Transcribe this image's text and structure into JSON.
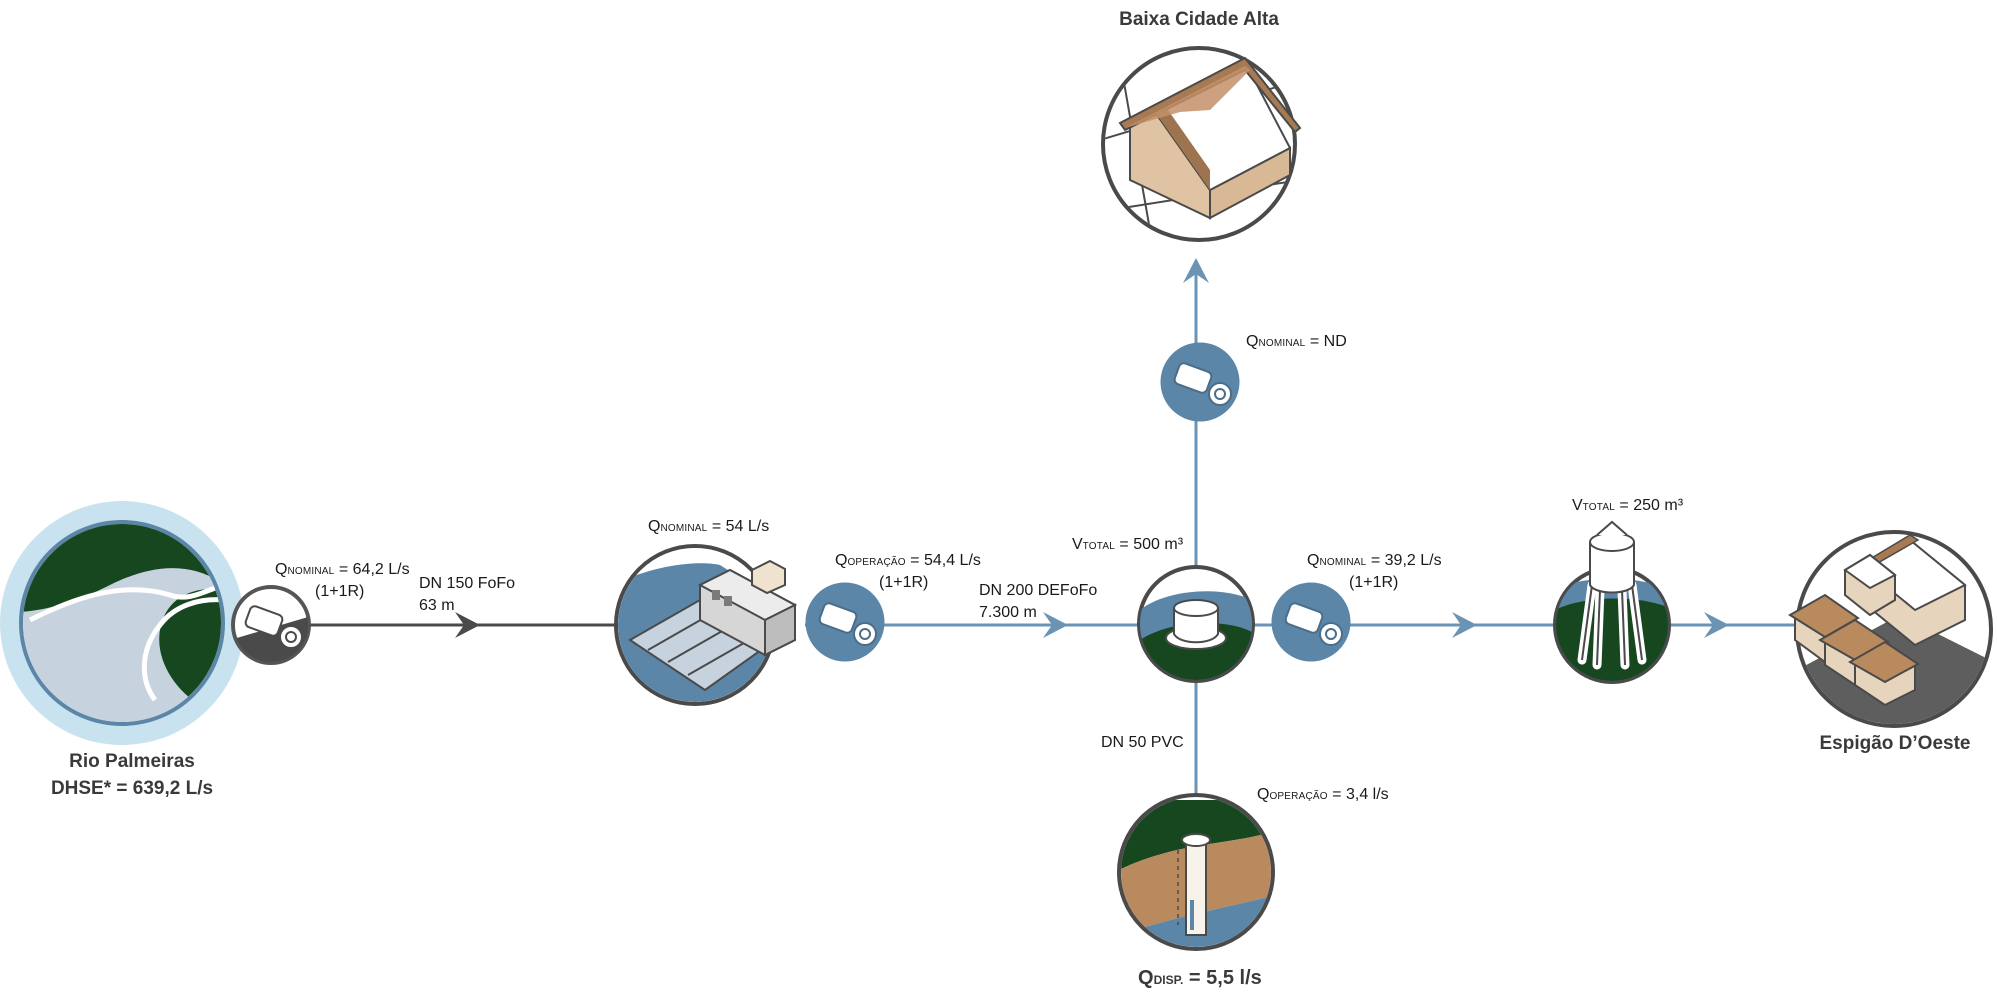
{
  "nodes": {
    "source": {
      "name": "Rio Palmeiras",
      "dhse": "DHSE* = 639,2 L/s"
    },
    "baixa": {
      "name": "Baixa Cidade Alta"
    },
    "city": {
      "name": "Espigão D’Oeste"
    }
  },
  "labels": {
    "pump1_q": "Q",
    "pump1_sub": "NOMINAL",
    "pump1_val": " = 64,2 L/s",
    "pump1_cfg": "(1+1R)",
    "pipe1_dn": "DN 150 FoFo",
    "pipe1_len": "63 m",
    "eta_q": "Q",
    "eta_sub": "NOMINAL",
    "eta_val": " = 54 L/s",
    "pump2_q": "Q",
    "pump2_sub": "OPERAÇÃO",
    "pump2_val": " = 54,4 L/s",
    "pump2_cfg": "(1+1R)",
    "pipe2_dn": "DN 200 DEFoFo",
    "pipe2_len": "7.300 m",
    "res1_v": "V",
    "res1_sub": "TOTAL",
    "res1_val": " = 500 m³",
    "pump3_q": "Q",
    "pump3_sub": "NOMINAL",
    "pump3_val": " = ND",
    "pump4_q": "Q",
    "pump4_sub": "NOMINAL",
    "pump4_val": " = 39,2 L/s",
    "pump4_cfg": "(1+1R)",
    "res2_v": "V",
    "res2_sub": "TOTAL",
    "res2_val": " = 250 m³",
    "pipe3_dn": "DN 50 PVC",
    "well_q": "Q",
    "well_sub": "OPERAÇÃO",
    "well_val": " = 3,4 l/s",
    "disp_q": "Q",
    "disp_sub": "DISP.",
    "disp_val": " = 5,5 l/s"
  },
  "colors": {
    "line_dark": "#4a4a4a",
    "line_blue": "#6a93b4",
    "blue": "#5b86a8",
    "green": "#17471f",
    "light_blue": "#c6dbe8",
    "brown": "#b98a5e",
    "cream": "#e8d2b8"
  }
}
